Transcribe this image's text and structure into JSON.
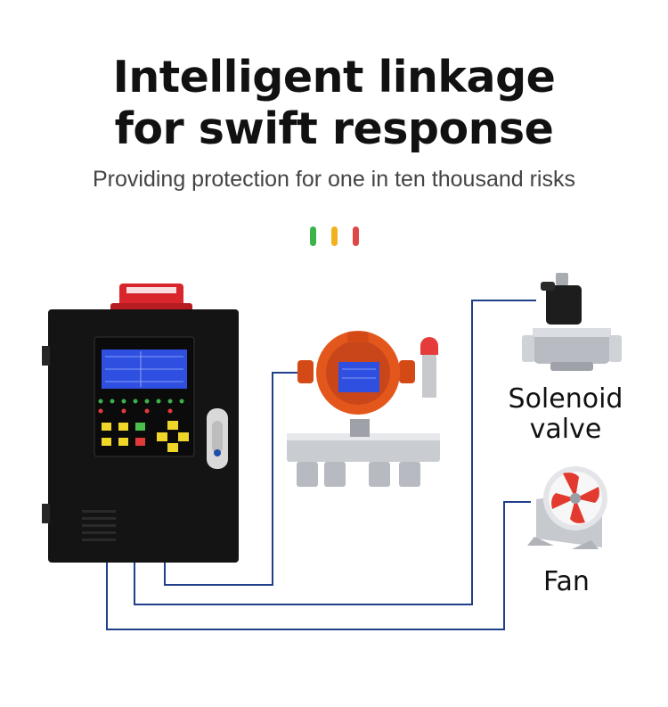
{
  "header": {
    "title_line1": "Intelligent linkage",
    "title_line2": "for swift response",
    "subtitle": "Providing protection for one in ten thousand risks"
  },
  "indicators": {
    "colors": [
      "#3cb44a",
      "#f2b21f",
      "#e04848"
    ]
  },
  "devices": {
    "solenoid_label_line1": "Solenoid",
    "solenoid_label_line2": "valve",
    "fan_label": "Fan"
  },
  "colors": {
    "wire": "#1f3f8a",
    "controller_body": "#141414",
    "detector_orange": "#e4571c",
    "lcd_blue": "#2f4fe0"
  }
}
